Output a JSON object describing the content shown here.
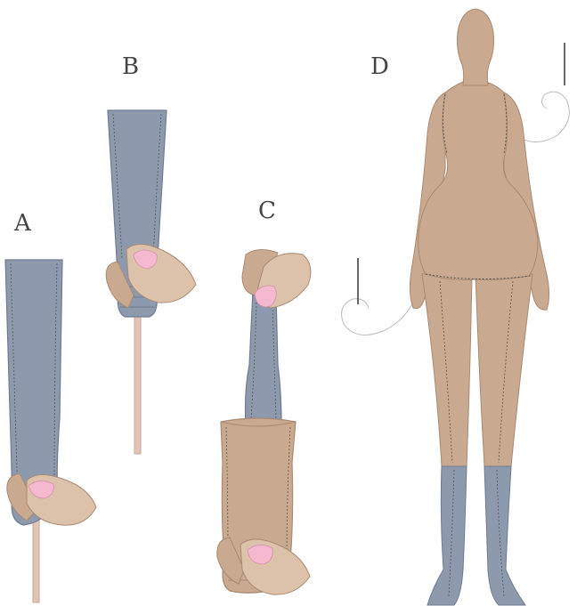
{
  "steps": [
    {
      "id": "A",
      "label": "A"
    },
    {
      "id": "B",
      "label": "B"
    },
    {
      "id": "C",
      "label": "C"
    },
    {
      "id": "D",
      "label": "D"
    }
  ],
  "colors": {
    "fabric_blue": "#8d99ad",
    "fabric_blue_dark": "#6f7b90",
    "skin": "#c9a98f",
    "skin_light": "#dcc2aa",
    "skin_dark": "#a98a72",
    "nail": "#f4b8cf",
    "stick": "#e4c4b6",
    "stitch": "#555555"
  },
  "icons": [
    "finger-icon",
    "needle-icon",
    "thread-icon",
    "stick-icon",
    "doll-body-icon"
  ]
}
